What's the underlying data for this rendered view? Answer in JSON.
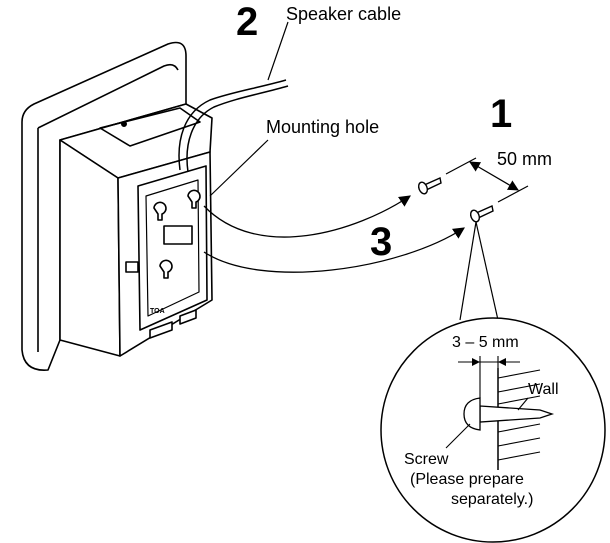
{
  "steps": {
    "step_1": "1",
    "step_2": "2",
    "step_3": "3"
  },
  "labels": {
    "speaker_cable": "Speaker cable",
    "mounting_hole": "Mounting hole",
    "spacing": "50 mm",
    "depth": "3 – 5 mm",
    "wall": "Wall",
    "screw": "Screw",
    "screw_note_line1": "(Please prepare",
    "screw_note_line2": "separately.)",
    "brand": "TOA"
  },
  "colors": {
    "line": "#000000",
    "background": "#ffffff"
  }
}
